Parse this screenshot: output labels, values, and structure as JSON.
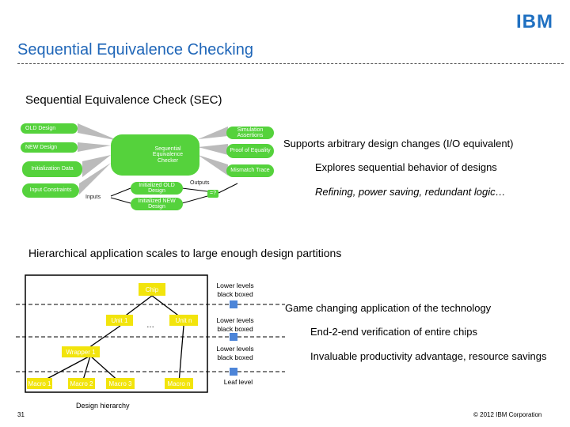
{
  "logo": "IBM",
  "title": "Sequential Equivalence Checking",
  "sec": {
    "heading": "Sequential Equivalence Check (SEC)",
    "inputs": [
      "OLD Design",
      "NEW Design",
      "Initialization Data",
      "Input Constraints"
    ],
    "checker": "Sequential Equivalence Checker",
    "outputs": [
      "Simulation Assertions",
      "Proof of Equality",
      "Mismatch Trace"
    ],
    "init_old": "Initialized OLD Design",
    "init_new": "Initialized NEW Design",
    "inputs_label": "Inputs",
    "outputs_label": "Outputs",
    "compare": "=?",
    "points": [
      "Supports arbitrary design changes (I/O equivalent)",
      "Explores sequential behavior of designs",
      "Refining, power saving, redundant logic…"
    ]
  },
  "hier": {
    "heading": "Hierarchical application scales to large enough design partitions",
    "chip": "Chip",
    "units": [
      "Unit 1",
      "Unit n"
    ],
    "ellipsis": "…",
    "wrapper": "Wrapper 1",
    "macros": [
      "Macro 1",
      "Macro 2",
      "Macro 3",
      "Macro n"
    ],
    "level_labels": [
      "Lower levels black boxed",
      "Lower levels black boxed",
      "Lower levels black boxed",
      "Leaf level"
    ],
    "caption": "Design hierarchy",
    "points": [
      "Game changing application of the technology",
      "End-2-end verification of entire chips",
      "Invaluable productivity advantage, resource savings"
    ]
  },
  "footer": {
    "page": "31",
    "copyright": "© 2012 IBM Corporation"
  },
  "colors": {
    "title": "#1f66b8",
    "pill": "#55d23c",
    "box": "#f2e40c",
    "marker": "#4d85d8"
  }
}
